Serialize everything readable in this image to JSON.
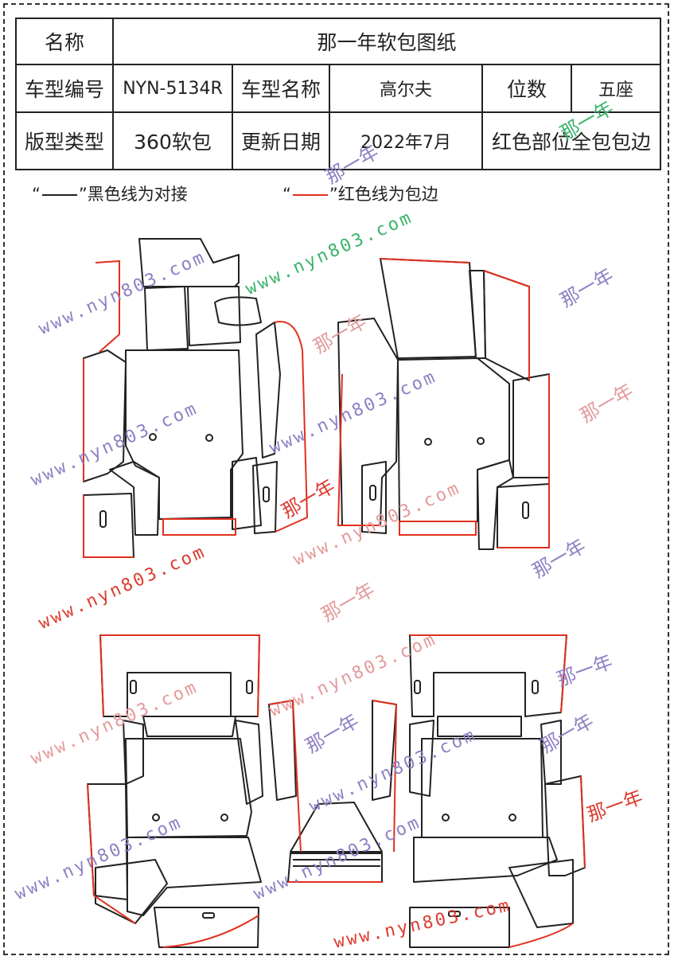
{
  "table": {
    "name_label": "名称",
    "name_value": "那一年软包图纸",
    "model_code_label": "车型编号",
    "model_code_value": "NYN-5134R",
    "model_name_label": "车型名称",
    "model_name_value": "高尔夫",
    "seats_label": "位数",
    "seats_value": "五座",
    "type_label": "版型类型",
    "type_value": "360软包",
    "date_label": "更新日期",
    "date_value": "2022年7月",
    "note": "红色部位全包包边"
  },
  "legend": {
    "black_open": "“",
    "black_close": "”黑色线为对接",
    "red_open": "“",
    "red_close": "”红色线为包边"
  },
  "watermark": {
    "site": "www.nyn803.com",
    "brand": "那一年"
  },
  "colors": {
    "black_line": "#222222",
    "red_line": "#e0301e",
    "wm_purple": "#8f7fc4",
    "wm_pink": "#e49a9a",
    "wm_red": "#dd3b2f",
    "wm_green": "#3bb36a"
  }
}
